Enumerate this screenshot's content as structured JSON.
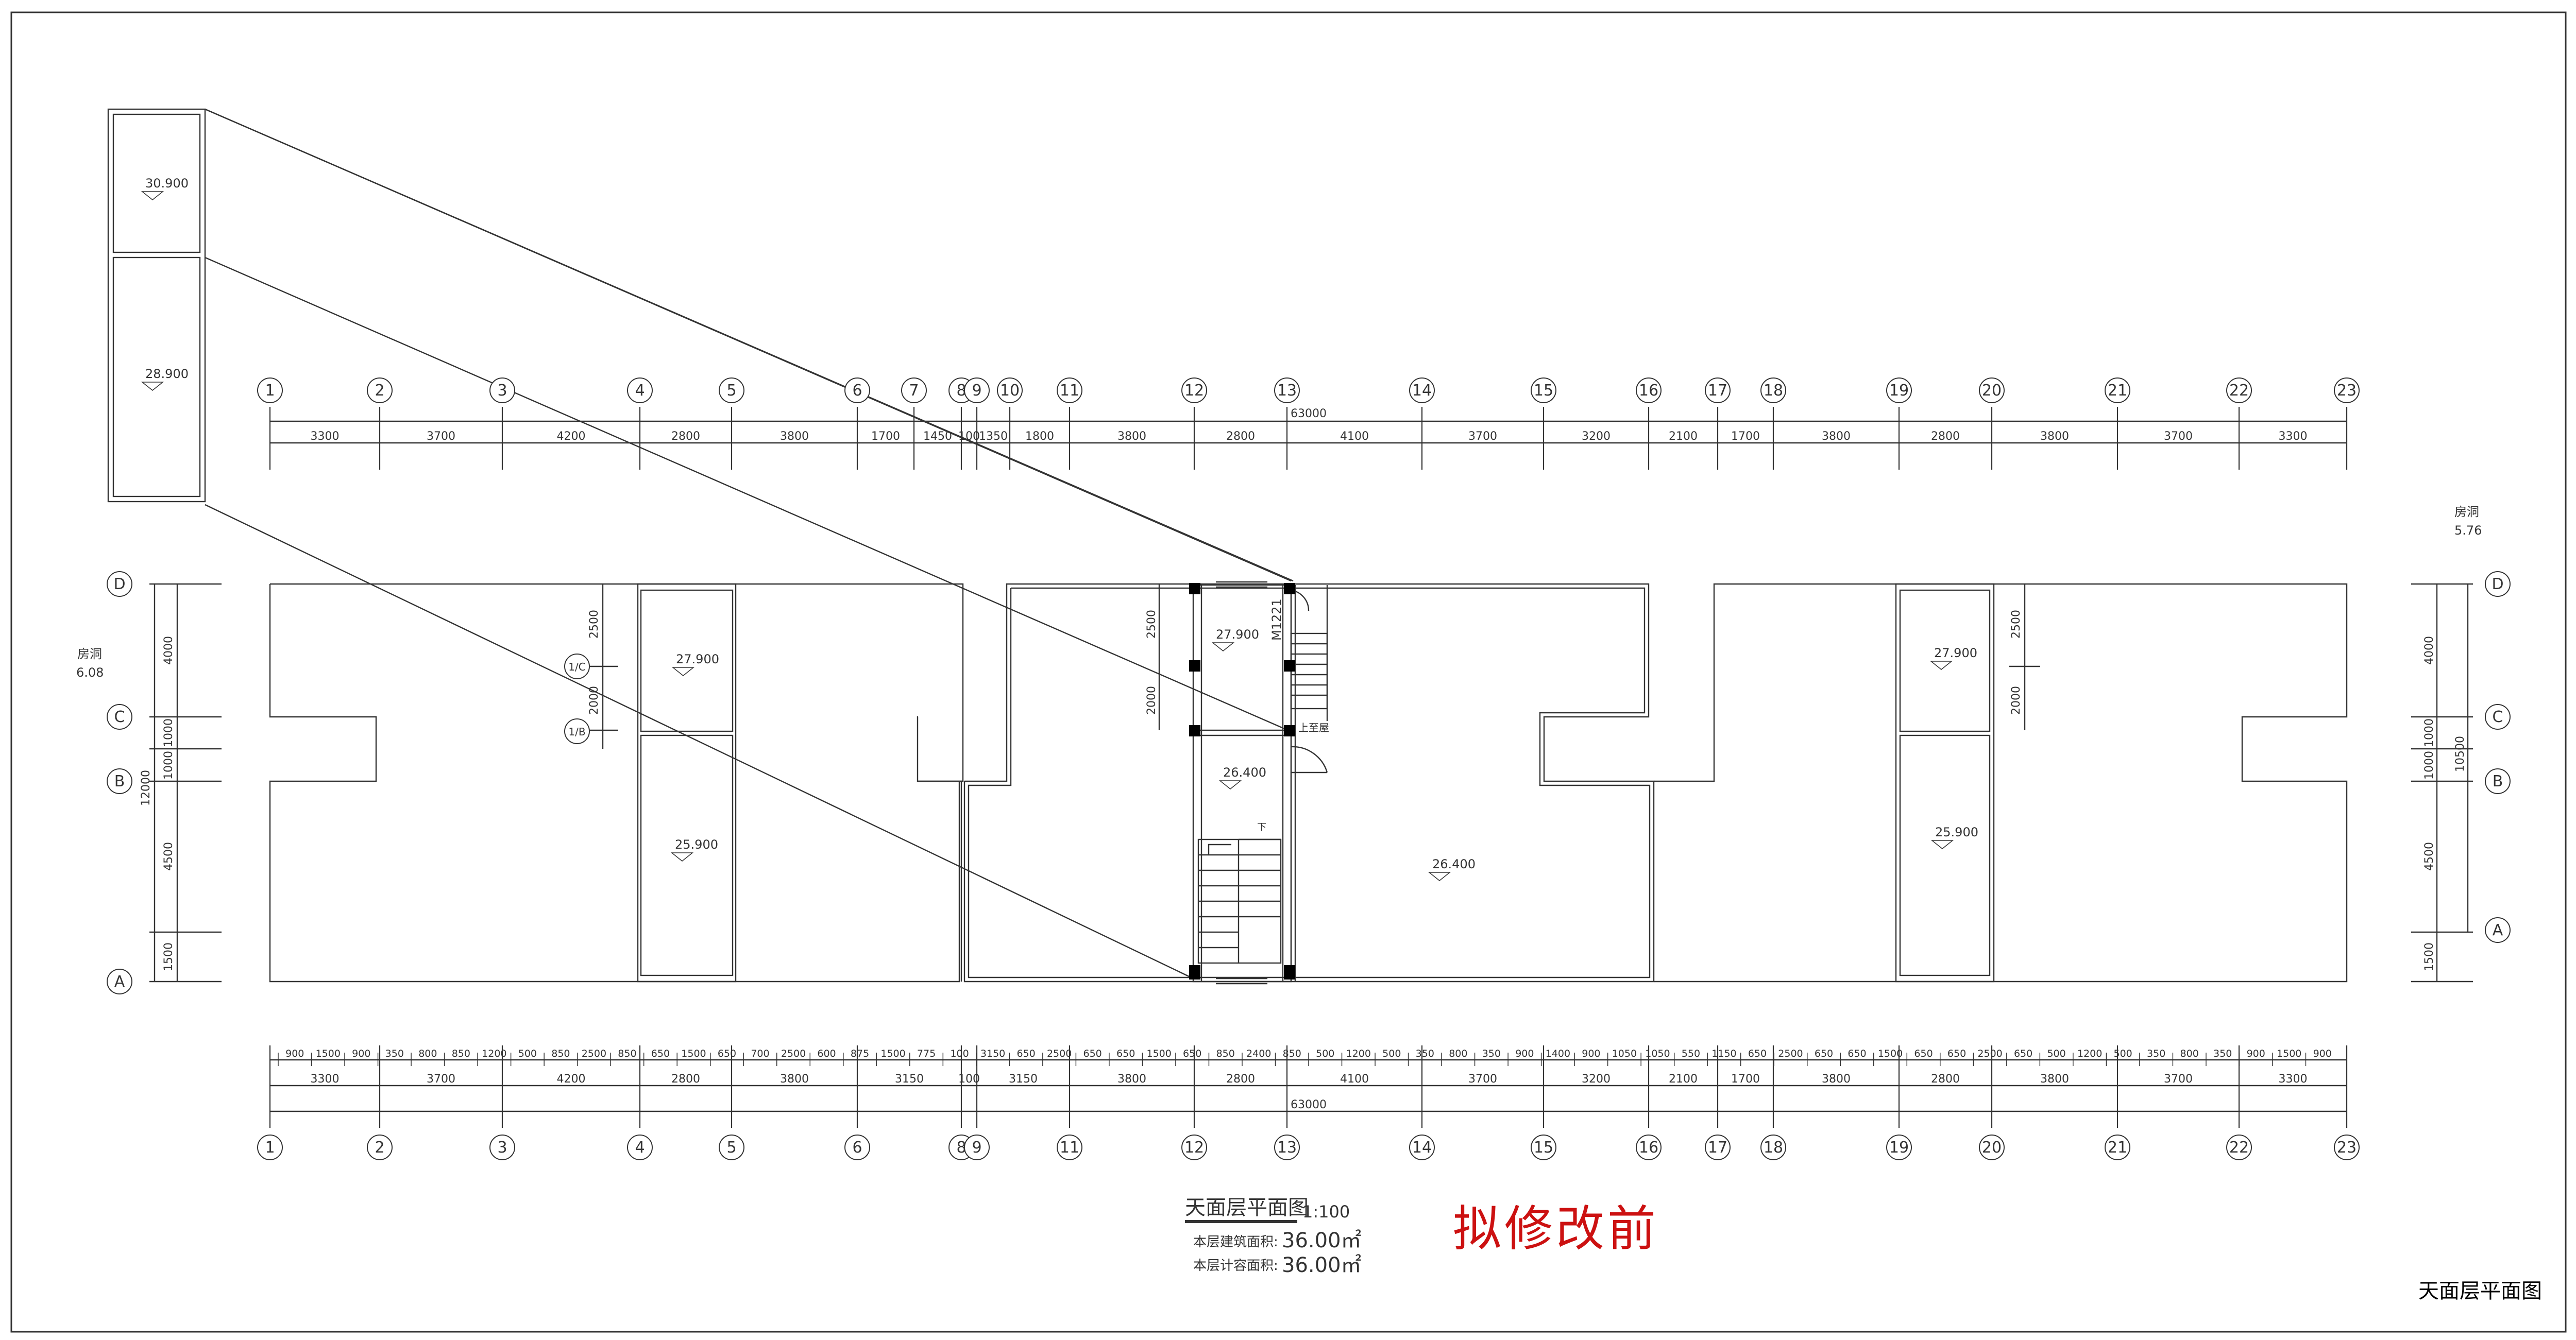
{
  "colors": {
    "line": "#333333",
    "accent": "#cc1111",
    "column": "#000000"
  },
  "axes": {
    "vertical_labels": [
      "1",
      "2",
      "3",
      "4",
      "5",
      "6",
      "7",
      "8",
      "9",
      "10",
      "11",
      "12",
      "13",
      "14",
      "15",
      "16",
      "17",
      "18",
      "19",
      "20",
      "21",
      "22",
      "23"
    ],
    "bottom_labels": [
      "1",
      "2",
      "3",
      "4",
      "5",
      "6",
      "8",
      "9",
      "11",
      "12",
      "13",
      "14",
      "15",
      "16",
      "17",
      "18",
      "19",
      "20",
      "21",
      "22",
      "23"
    ],
    "horizontal_labels": [
      "D",
      "C",
      "B",
      "A"
    ]
  },
  "dimensions": {
    "top_total": "63000",
    "top_segments": [
      "3300",
      "3700",
      "4200",
      "2800",
      "3800",
      "1700",
      "1450",
      "100",
      "1350",
      "1800",
      "3800",
      "2800",
      "4100",
      "3700",
      "3200",
      "2100",
      "1700",
      "3800",
      "2800",
      "3800",
      "3700",
      "3300"
    ],
    "bottom_total": "63000",
    "bottom_row2": [
      "3300",
      "3700",
      "4200",
      "2800",
      "3800",
      "3150",
      "100",
      "3150",
      "3800",
      "2800",
      "4100",
      "3700",
      "3200",
      "2100",
      "1700",
      "3800",
      "2800",
      "3800",
      "3700",
      "3300"
    ],
    "bottom_row1": [
      "900",
      "1500",
      "900",
      "350",
      "800",
      "850",
      "1200",
      "500",
      "850",
      "2500",
      "850",
      "650",
      "1500",
      "650",
      "700",
      "2500",
      "600",
      "875",
      "1500",
      "775",
      "100",
      "3150",
      "650",
      "2500",
      "650",
      "650",
      "1500",
      "650",
      "850",
      "2400",
      "850",
      "500",
      "1200",
      "500",
      "350",
      "800",
      "350",
      "900",
      "1400",
      "900",
      "1050",
      "1050",
      "550",
      "1150",
      "650",
      "2500",
      "650",
      "650",
      "1500",
      "650",
      "650",
      "2500",
      "650",
      "500",
      "1200",
      "500",
      "350",
      "800",
      "350",
      "900",
      "1500",
      "900"
    ],
    "left": [
      "4000",
      "1000",
      "1000",
      "4500",
      "1500"
    ],
    "left_total": "12000",
    "left_inner": [
      "2500",
      "2000"
    ],
    "right": [
      "4000",
      "1000",
      "1000",
      "4500",
      "1500"
    ],
    "right_total": "10500",
    "right_inner": [
      "2500",
      "2000"
    ],
    "center_inner": [
      "2500",
      "2000"
    ]
  },
  "elevations": {
    "detail_top": "30.900",
    "detail_bottom": "28.900",
    "left_upper": "27.900",
    "left_lower": "25.900",
    "center_stair": "27.900",
    "center_lower": "26.400",
    "center_main": "26.400",
    "right_upper": "27.900",
    "right_lower": "25.900"
  },
  "labels": {
    "left_side_title": "房洞",
    "left_side_value": "6.08",
    "right_side_title": "房洞",
    "right_side_value": "5.76",
    "door": "M1221",
    "stair_note": "上至屋",
    "stair_down": "下",
    "sub_axis_upper": "1/C",
    "sub_axis_lower": "1/B"
  },
  "title_block": {
    "title": "天面层平面图",
    "scale": "1:100",
    "area1_label": "本层建筑面积:",
    "area1_value": "36.00㎡",
    "area2_label": "本层计容面积:",
    "area2_value": "36.00㎡",
    "stamp": "拟修改前",
    "corner_title": "天面层平面图"
  }
}
